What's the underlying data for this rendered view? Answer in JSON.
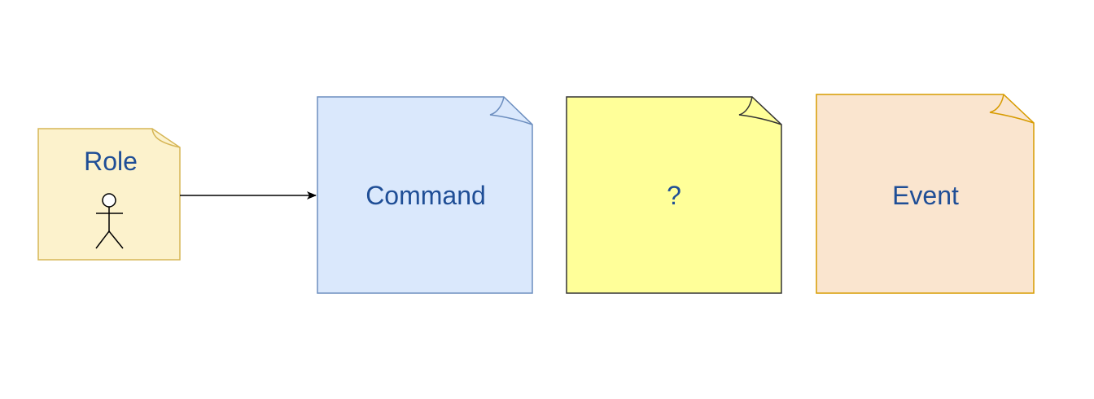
{
  "diagram": {
    "notes": [
      {
        "id": "role",
        "label": "Role",
        "icon": "actor-icon",
        "fill": "#fcf2cc",
        "stroke": "#d6b656"
      },
      {
        "id": "command",
        "label": "Command",
        "fill": "#dae8fc",
        "stroke": "#6c8ebf"
      },
      {
        "id": "unknown",
        "label": "?",
        "fill": "#ffff99",
        "stroke": "#333333"
      },
      {
        "id": "event",
        "label": "Event",
        "fill": "#fae5cf",
        "stroke": "#d79b00"
      }
    ],
    "text_color": "#1f4e96",
    "connections": [
      {
        "from": "role",
        "to": "command"
      }
    ]
  }
}
